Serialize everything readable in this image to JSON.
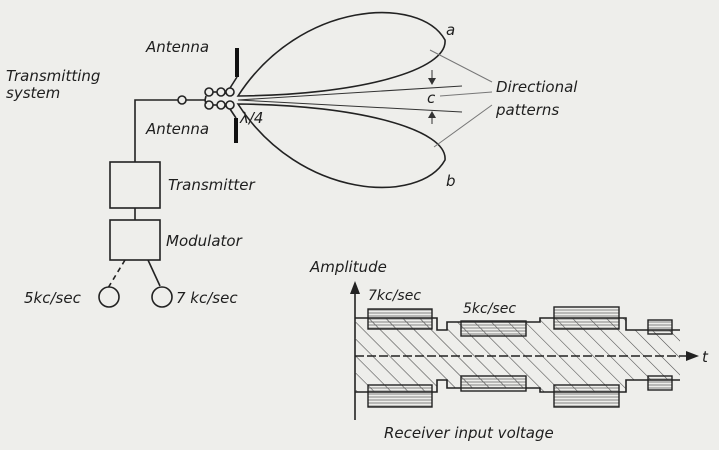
{
  "labels": {
    "transmitting_system_1": "Transmitting",
    "transmitting_system_2": "system",
    "antenna_top": "Antenna",
    "antenna_bottom": "Antenna",
    "lambda_quarter": "λ/4",
    "transmitter": "Transmitter",
    "modulator": "Modulator",
    "freq_5": "5kc/sec",
    "freq_7": "7 kc/sec",
    "lobe_a": "a",
    "lobe_b": "b",
    "angle_c": "c",
    "directional_1": "Directional",
    "directional_2": "patterns",
    "amplitude": "Amplitude",
    "pulse_7": "7kc/sec",
    "pulse_5": "5kc/sec",
    "time_axis": "t",
    "receiver": "Receiver  input voltage"
  }
}
